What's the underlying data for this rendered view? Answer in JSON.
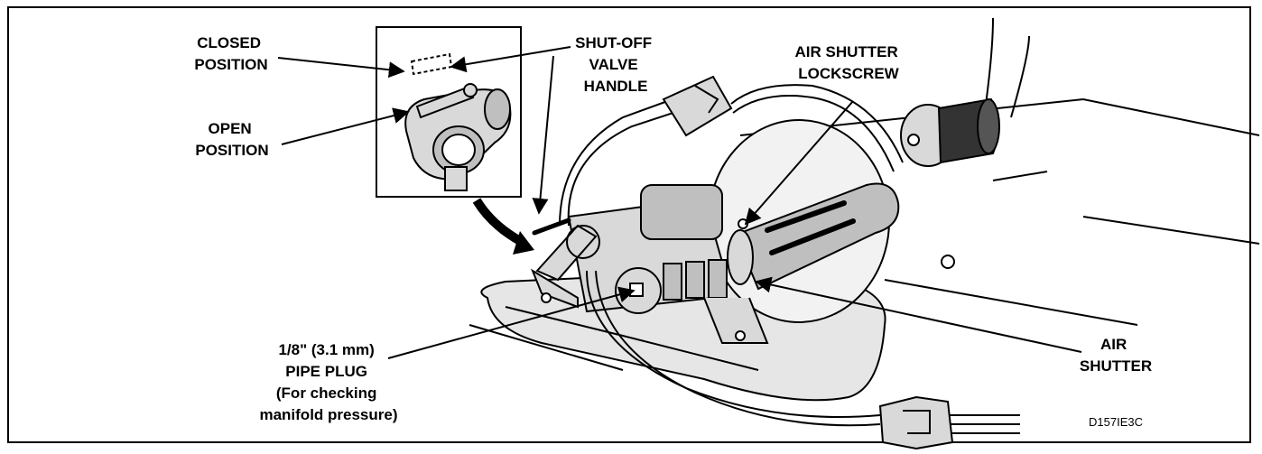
{
  "labels": {
    "closed_position": [
      "CLOSED",
      "POSITION"
    ],
    "open_position": [
      "OPEN",
      "POSITION"
    ],
    "shutoff_valve_handle": [
      "SHUT-OFF",
      "VALVE",
      "HANDLE"
    ],
    "air_shutter_lockscrew": [
      "AIR SHUTTER",
      "LOCKSCREW"
    ],
    "pipe_plug": [
      "1/8\" (3.1 mm)",
      "PIPE PLUG",
      "(For checking",
      "manifold pressure)"
    ],
    "air_shutter": [
      "AIR",
      "SHUTTER"
    ],
    "figure_code": "D157IE3C"
  }
}
